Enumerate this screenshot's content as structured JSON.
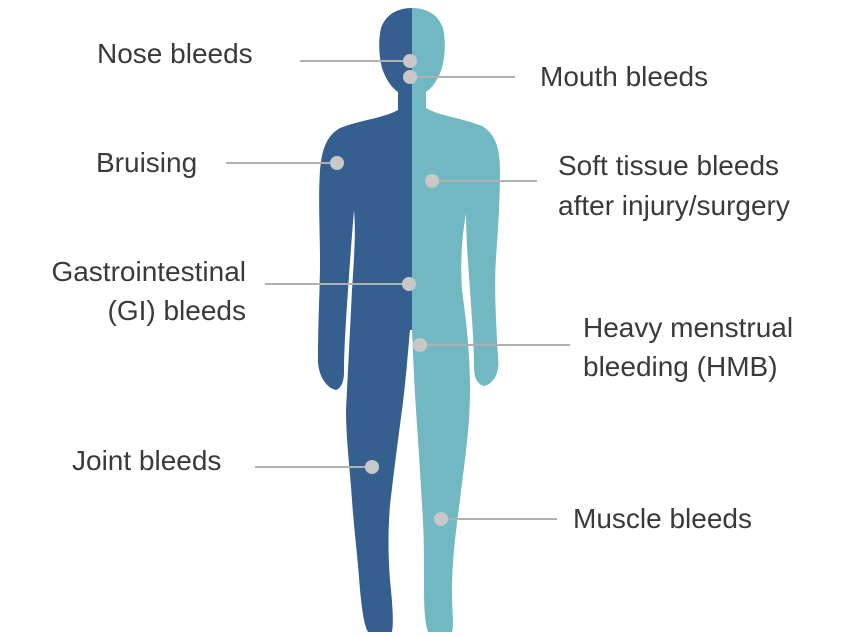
{
  "colors": {
    "male_side": "#355f8f",
    "female_side": "#72b8c3",
    "leader_line": "#b0b0b0",
    "marker": "#c8c8c8",
    "text": "#3a3a3a"
  },
  "labels": {
    "nose": "Nose bleeds",
    "mouth": "Mouth bleeds",
    "bruising": "Bruising",
    "soft_tissue_1": "Soft tissue bleeds",
    "soft_tissue_2": "after injury/surgery",
    "gi_1": "Gastrointestinal",
    "gi_2": "(GI) bleeds",
    "hmb_1": "Heavy menstrual",
    "hmb_2": "bleeding (HMB)",
    "joint": "Joint bleeds",
    "muscle": "Muscle bleeds"
  }
}
